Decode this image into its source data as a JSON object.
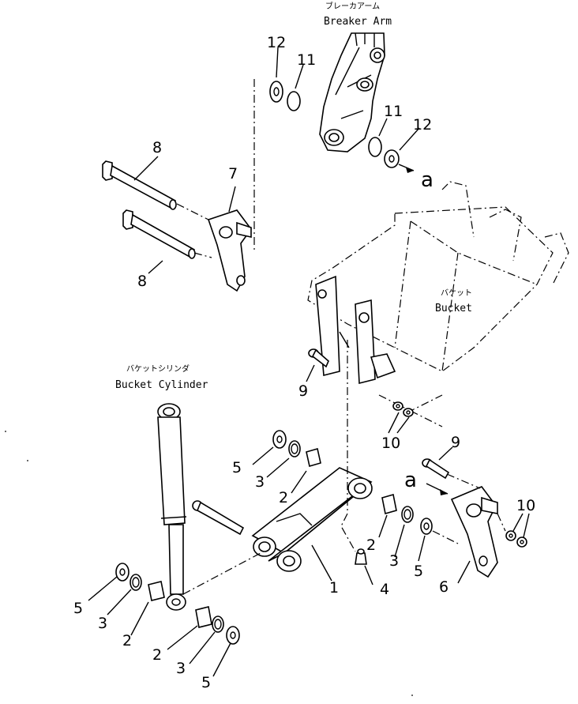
{
  "parts": {
    "breaker_arm": {
      "jp": "ブレーカアーム",
      "en": "Breaker Arm"
    },
    "bucket": {
      "jp": "バケット",
      "en": "Bucket"
    },
    "bucket_cylinder": {
      "jp": "バケットシリンダ",
      "en": "Bucket Cylinder"
    }
  },
  "callouts": {
    "c12a": "12",
    "c11a": "11",
    "c11b": "11",
    "c12b": "12",
    "c8a": "8",
    "c7": "7",
    "c8b": "8",
    "c9a": "9",
    "c10a": "10",
    "c9b": "9",
    "c10b": "10",
    "c5a": "5",
    "c3a": "3",
    "c2a": "2",
    "c2b": "2",
    "c3b": "3",
    "c5b": "5",
    "c6": "6",
    "c1": "1",
    "c4": "4",
    "c5c": "5",
    "c3c": "3",
    "c2c": "2",
    "c2d": "2",
    "c3d": "3",
    "c5d": "5"
  },
  "refs": {
    "ref_top": "a",
    "ref_right": "a"
  }
}
